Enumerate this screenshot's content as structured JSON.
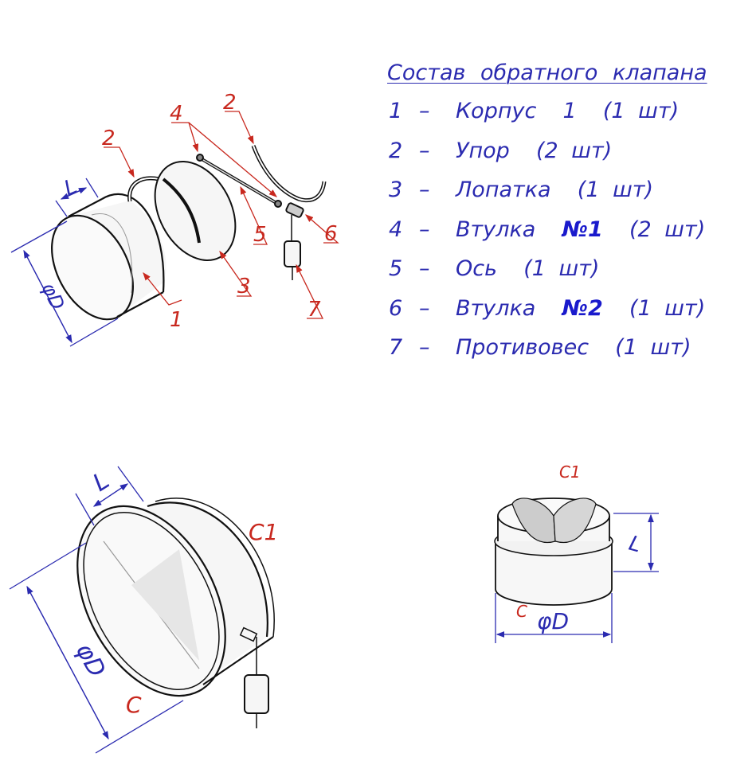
{
  "spec": {
    "title": "Состав обратного клапана",
    "items": [
      {
        "num": "1",
        "dash": "–",
        "name": "Корпус",
        "extra": "1",
        "qty": "(1 шт)"
      },
      {
        "num": "2",
        "dash": "–",
        "name": "Упор",
        "qty": "(2 шт)"
      },
      {
        "num": "3",
        "dash": "–",
        "name": "Лопатка",
        "qty": "(1 шт)"
      },
      {
        "num": "4",
        "dash": "–",
        "name": "Втулка",
        "mark": "№1",
        "qty": "(2 шт)"
      },
      {
        "num": "5",
        "dash": "–",
        "name": "Ось",
        "qty": "(1 шт)"
      },
      {
        "num": "6",
        "dash": "–",
        "name": "Втулка",
        "mark": "№2",
        "qty": "(1 шт)"
      },
      {
        "num": "7",
        "dash": "–",
        "name": "Противовес",
        "qty": "(1 шт)"
      }
    ]
  },
  "exploded": {
    "callouts": [
      "1",
      "2",
      "2",
      "3",
      "4",
      "5",
      "6",
      "7"
    ],
    "dim_length": "L",
    "dim_diameter": "φD"
  },
  "assembled_large": {
    "dim_length": "L",
    "dim_diameter": "φD",
    "end_c": "C",
    "end_c1": "C1"
  },
  "assembled_small": {
    "dim_length": "L",
    "dim_diameter": "φD",
    "end_c": "C",
    "end_c1": "C1"
  },
  "colors": {
    "callout": "#c8281e",
    "dimension": "#2b2bb0",
    "outline": "#111111"
  }
}
